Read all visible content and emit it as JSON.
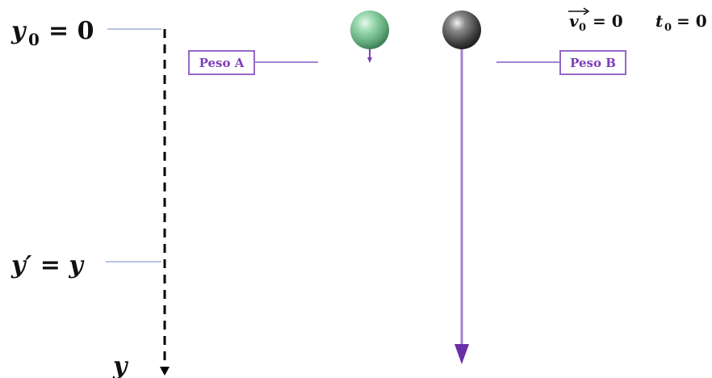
{
  "axis": {
    "y0_label_var": "y",
    "y0_label_sub": "0",
    "y0_label_eq": "= 0",
    "yprime_label": "y′ = y",
    "axis_end_label": "y"
  },
  "conditions": {
    "v0_var": "v",
    "v0_sub": "0",
    "v0_eq": "= 0",
    "t0_var": "t",
    "t0_sub": "0",
    "t0_eq": "= 0"
  },
  "weights": {
    "a_label": "Peso A",
    "b_label": "Peso B"
  },
  "colors": {
    "purple": "#7B3FB8",
    "purple_light": "#A583CF",
    "purple_box": "#9468C4",
    "guide_line": "#9BB1D8",
    "sphere_a": "#7FC99A",
    "sphere_b": "#5A5A5A"
  }
}
